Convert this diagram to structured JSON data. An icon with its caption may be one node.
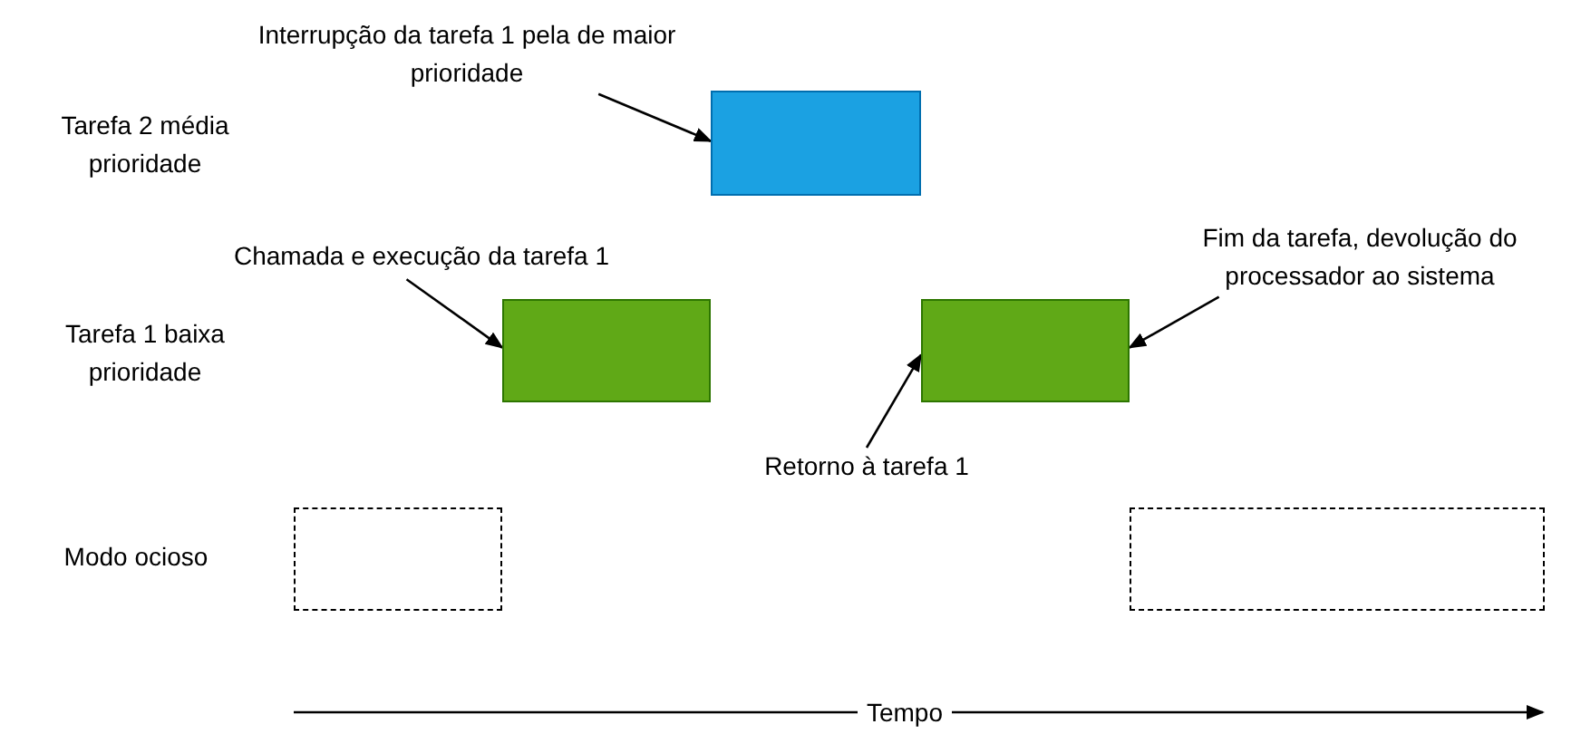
{
  "diagram": {
    "nodes": [
      {
        "text": [
          "Interrupção da tarefa 1 pela de maior prioridade"
        ]
      },
      {
        "text": [],
        "shape": "box"
      },
      {
        "text": [
          "Chamada e execução da tarefa 1"
        ]
      },
      {
        "text": [],
        "shape": "box"
      },
      {
        "text": [],
        "shape": "box"
      },
      {
        "text": [
          "Fim da tarefa, devolução do processador ao sistema"
        ]
      },
      {
        "text": [
          "Retorno à tarefa 1"
        ]
      },
      {
        "text": [],
        "shape": "box"
      },
      {
        "text": [],
        "shape": "box"
      }
    ],
    "edges": [
      {
        "from": 0,
        "to": 1,
        "arrow": "to"
      },
      {
        "from": 2,
        "to": 3,
        "arrow": "to"
      },
      {
        "from": 5,
        "to": 4,
        "arrow": "to"
      },
      {
        "from": 6,
        "to": 4,
        "arrow": "to"
      }
    ],
    "labels": [
      "Tarefa 2 média prioridade",
      "Tarefa 1 baixa prioridade",
      "Modo ocioso",
      "Tempo"
    ]
  }
}
